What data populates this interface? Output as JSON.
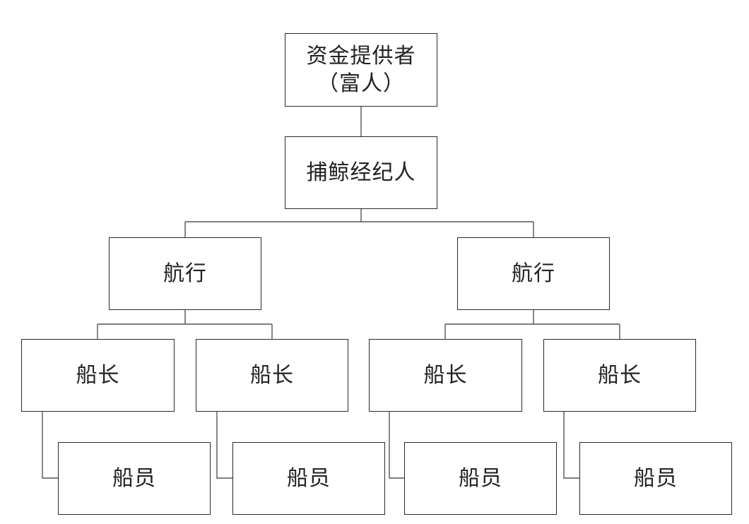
{
  "nodes": {
    "funder": {
      "line1": "资金提供者",
      "line2": "（富人）"
    },
    "broker": "捕鲸经纪人",
    "voyages": [
      "航行",
      "航行"
    ],
    "captains": [
      "船长",
      "船长",
      "船长",
      "船长"
    ],
    "crews": [
      "船员",
      "船员",
      "船员",
      "船员"
    ]
  }
}
